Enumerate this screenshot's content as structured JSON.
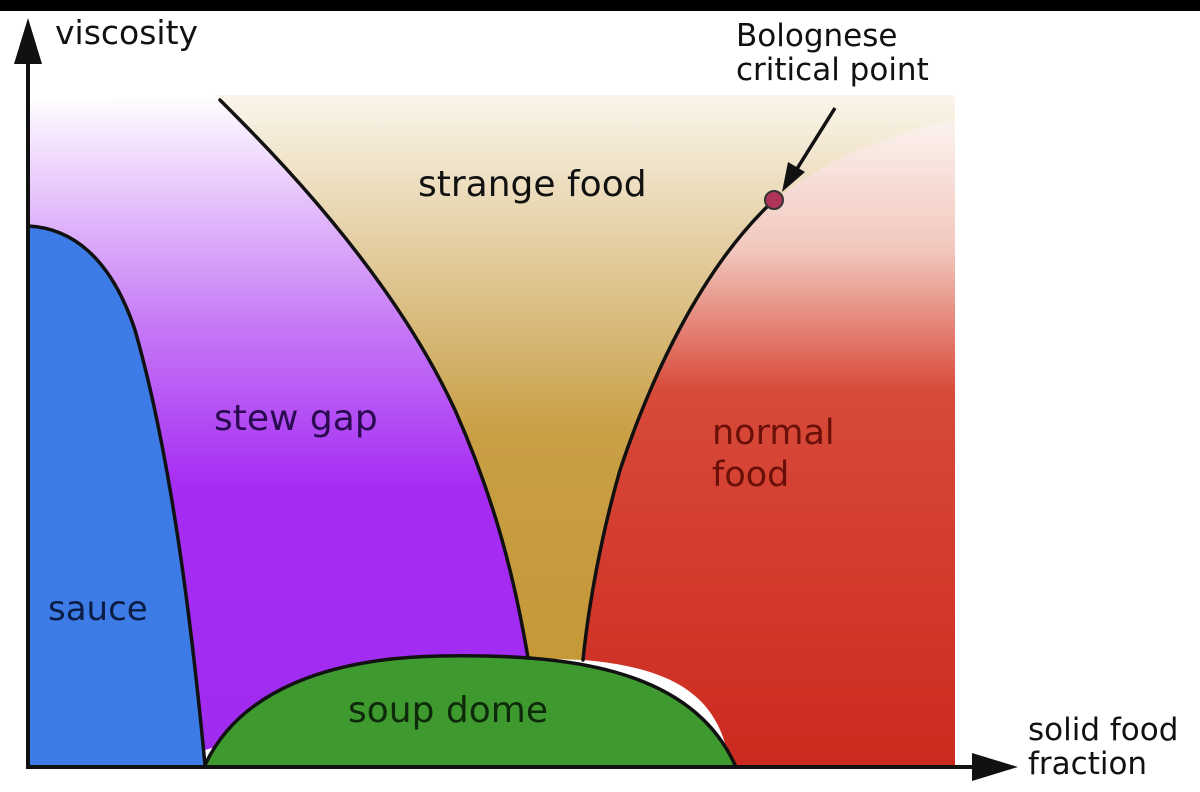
{
  "axes": {
    "y_label": "viscosity",
    "x_label_line1": "solid food",
    "x_label_line2": "fraction"
  },
  "regions": {
    "sauce": "sauce",
    "stew_gap": "stew gap",
    "strange_food": "strange food",
    "normal_food_line1": "normal",
    "normal_food_line2": "food",
    "soup_dome": "soup dome"
  },
  "annotation": {
    "line1": "Bolognese",
    "line2": "critical point"
  },
  "colors": {
    "sauce": "#3d7be6",
    "stew_gap": "#a62cf3",
    "strange_food": "#c9a24a",
    "normal_food": "#cf2f22",
    "soup_dome": "#3e9a2f",
    "critical_point": "#b0335a"
  }
}
